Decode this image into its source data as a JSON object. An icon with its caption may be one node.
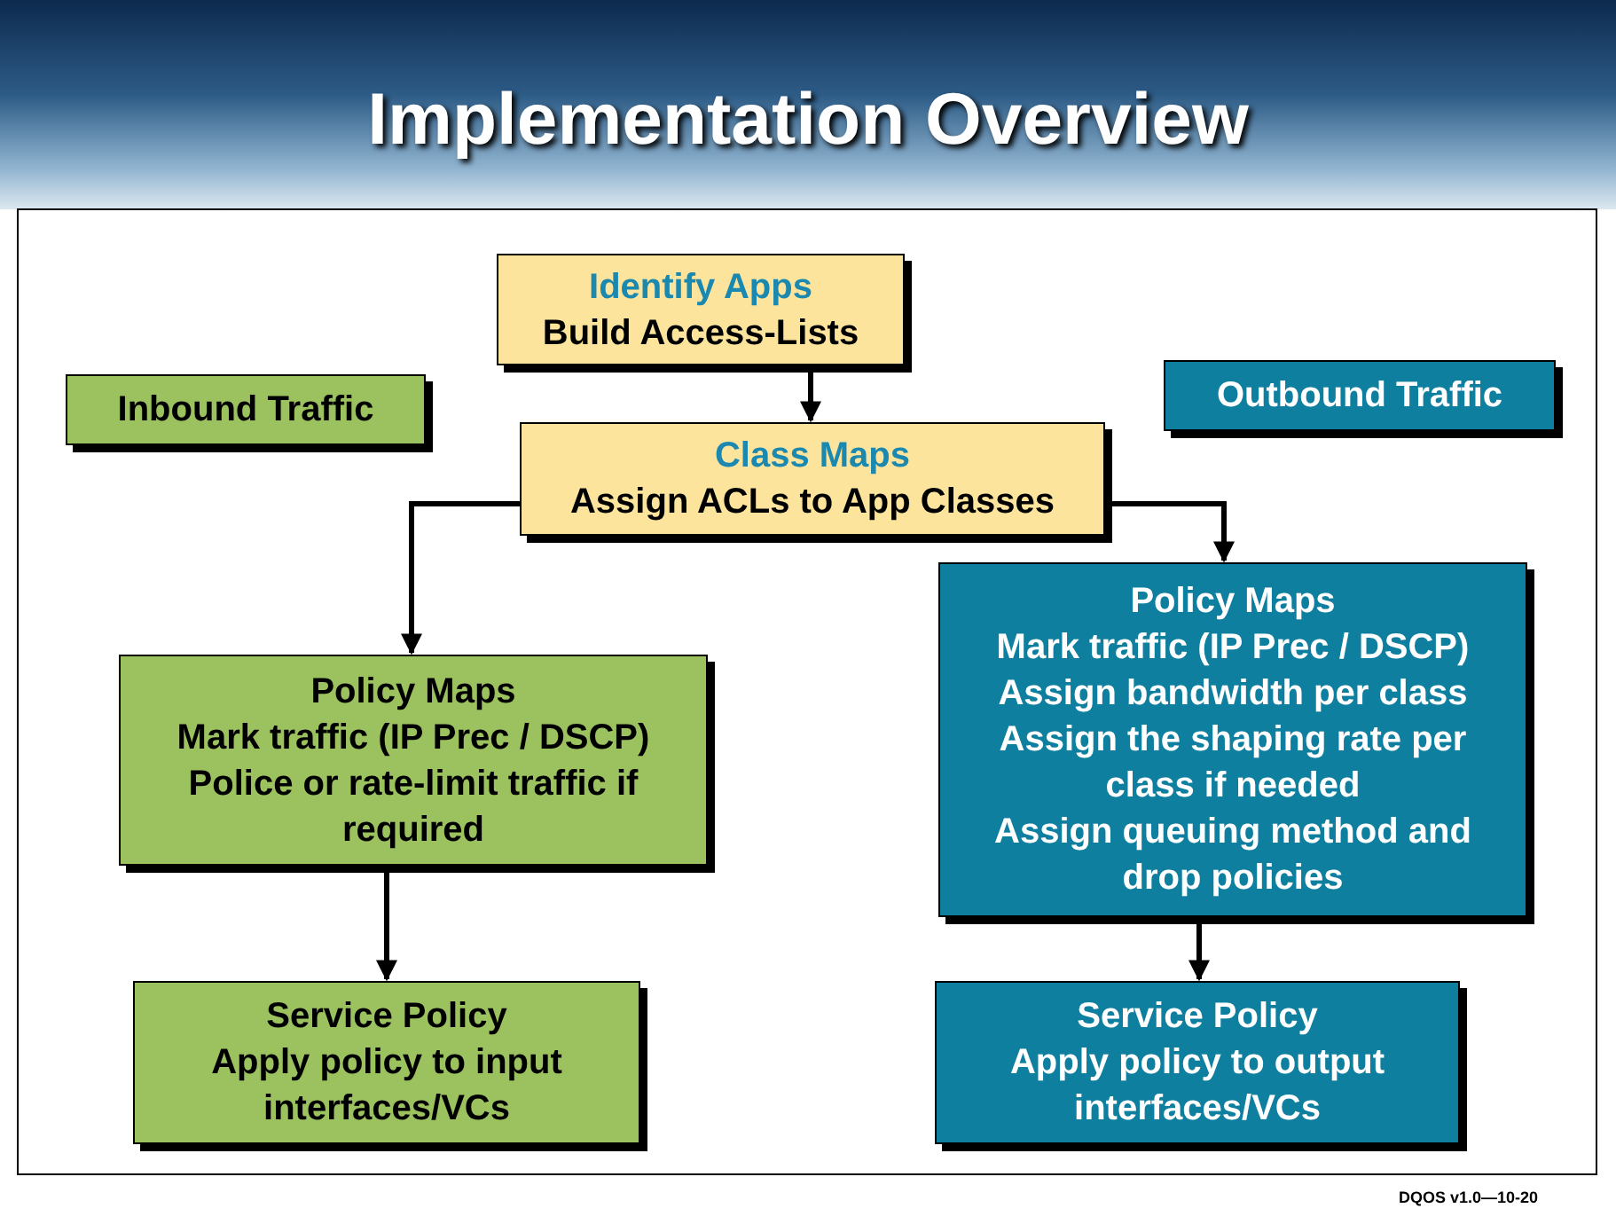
{
  "diagram": {
    "title": "Implementation Overview",
    "nodes": [
      {
        "text": [
          "Identify Apps",
          "Build Access-Lists"
        ]
      },
      {
        "text": [
          "Class Maps",
          "Assign ACLs to App Classes"
        ]
      },
      {
        "text": [
          "Inbound Traffic"
        ]
      },
      {
        "text": [
          "Outbound Traffic"
        ]
      },
      {
        "text": [
          "Policy Maps",
          "Mark traffic (IP Prec / DSCP)",
          "Police or rate-limit traffic if required"
        ]
      },
      {
        "text": [
          "Policy Maps",
          "Mark traffic (IP Prec / DSCP)",
          "Assign bandwidth per class",
          "Assign the shaping rate per class if needed",
          "Assign queuing method and drop policies"
        ]
      },
      {
        "text": [
          "Service Policy",
          "Apply policy to input interfaces/VCs"
        ]
      },
      {
        "text": [
          "Service Policy",
          "Apply policy to output interfaces/VCs"
        ]
      }
    ],
    "edges": [
      {
        "from": 0,
        "to": 1,
        "arrow": "to"
      },
      {
        "from": 1,
        "to": 4,
        "arrow": "to"
      },
      {
        "from": 1,
        "to": 5,
        "arrow": "to"
      },
      {
        "from": 4,
        "to": 6,
        "arrow": "to"
      },
      {
        "from": 5,
        "to": 7,
        "arrow": "to"
      }
    ],
    "labels": [
      "DQOS v1.0—10-20"
    ]
  }
}
